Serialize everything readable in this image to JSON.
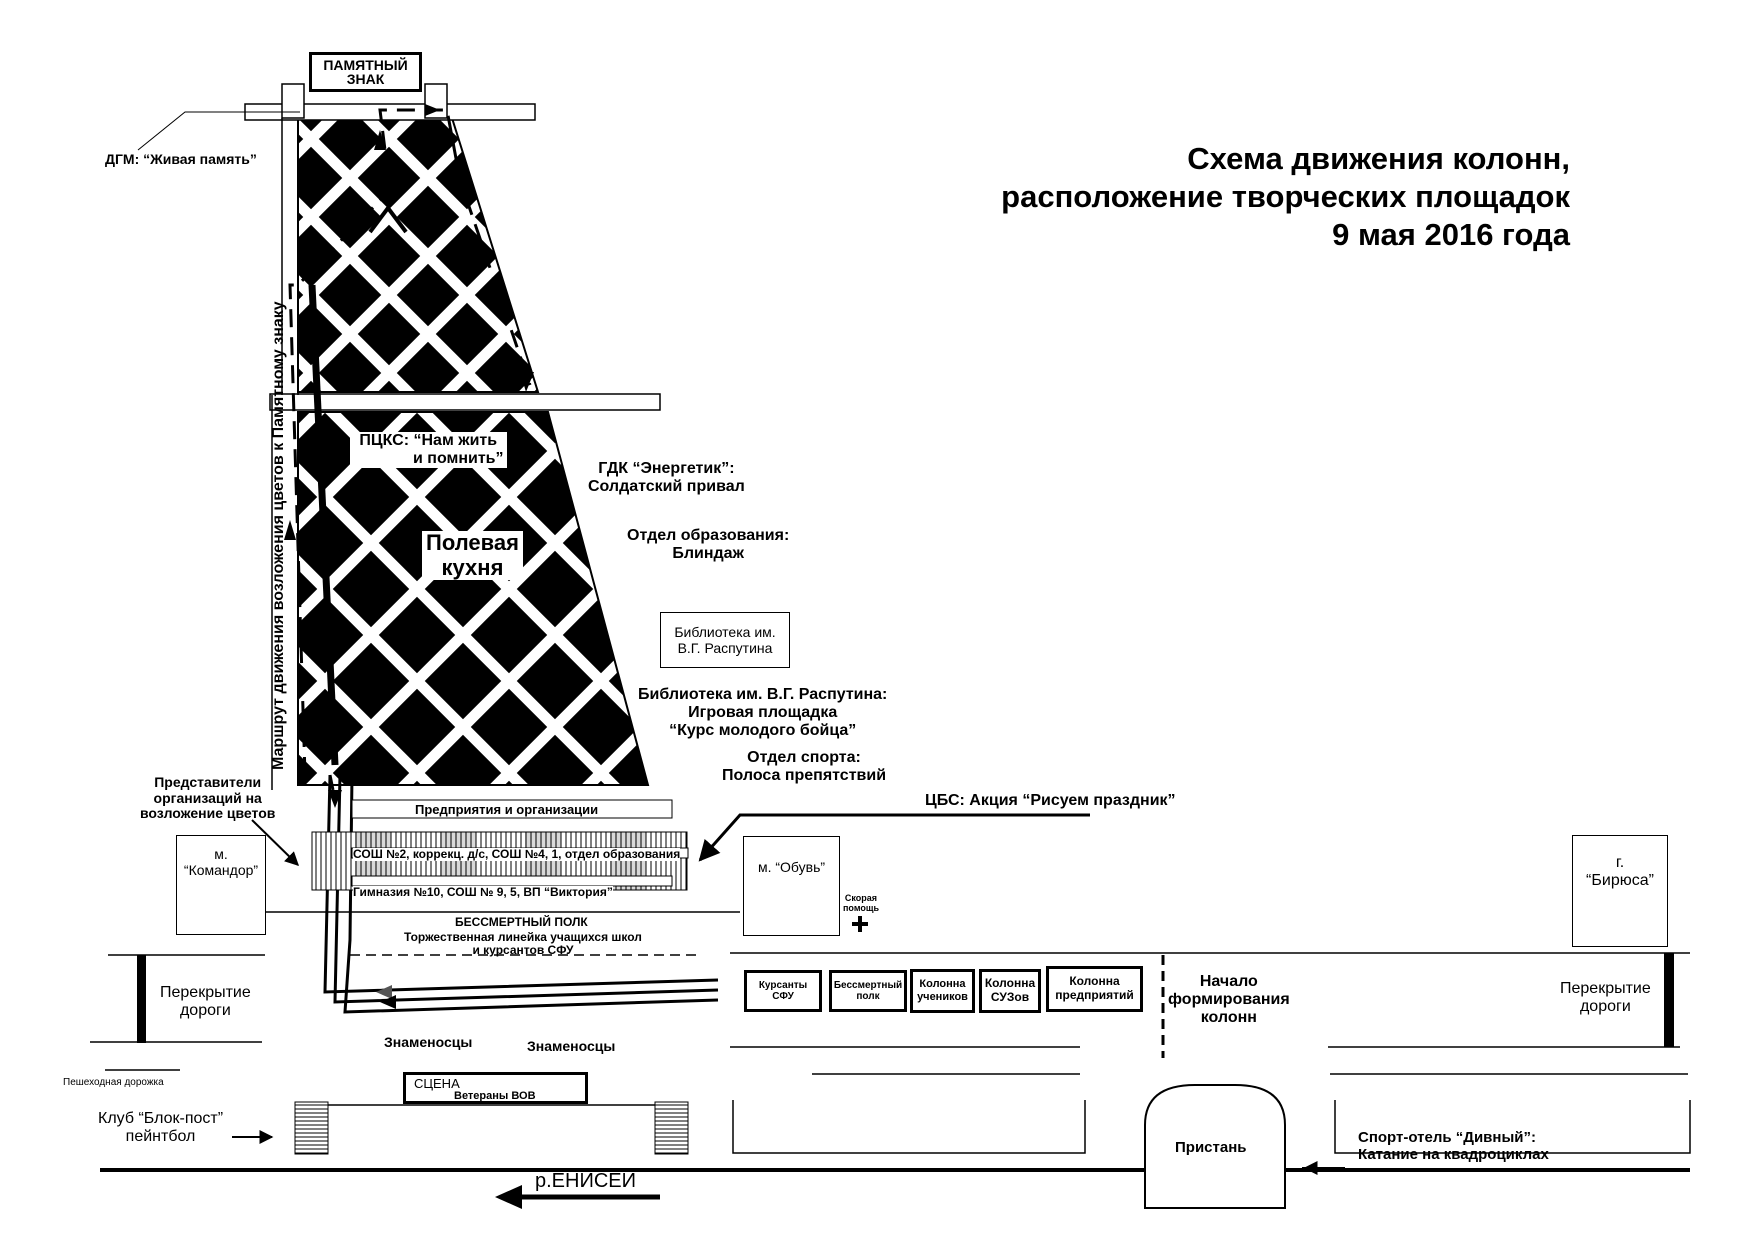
{
  "title": {
    "line1": "Схема движения колонн,",
    "line2": "расположение творческих площадок",
    "line3": "9 мая 2016 года"
  },
  "landmarks": {
    "memorial_sign": "ПАМЯТНЫЙ ЗНАК",
    "dgm": "ДГМ: “Живая память”",
    "route_label": "Маршрут движения возложения цветов к Памятному знаку",
    "pcks_line1": "ПЦКС: “Нам жить",
    "pcks_line2": "и помнить”",
    "field_kitchen_line1": "Полевая",
    "field_kitchen_line2": "кухня",
    "gdk_line1": "ГДК “Энергетик”:",
    "gdk_line2": "Солдатский привал",
    "edu_line1": "Отдел образования:",
    "edu_line2": "Блиндаж",
    "library_box": "Библиотека им. В.Г. Распутина",
    "library_line1": "Библиотека им. В.Г. Распутина:",
    "library_line2": "Игровая площадка",
    "library_line3": "“Курс молодого бойца”",
    "sport_line1": "Отдел спорта:",
    "sport_line2": "Полоса препятствий",
    "cbs": "ЦБС: Акция “Рисуем праздник”",
    "reps_line1": "Представители",
    "reps_line2": "организаций на",
    "reps_line3": "возложение цветов",
    "komandor_line1": "м.",
    "komandor_line2": "“Командор”",
    "obuv": "м. “Обувь”",
    "ambulance_line1": "Скорая",
    "ambulance_line2": "помощь",
    "ambulance_symbol": "+",
    "biryusa_line1": "г.",
    "biryusa_line2": "“Бирюса”"
  },
  "square_rows": {
    "row1": "Предприятия и организации",
    "row2": "СОШ №2, коррекц. д/с, СОШ №4, 1, отдел образования",
    "row3": "Гимназия №10, СОШ № 9, 5, ВП “Виктория”",
    "row4": "БЕССМЕРТНЫЙ ПОЛК",
    "row5_line1": "Торжественная линейка учащихся школ",
    "row5_line2": "и курсантов СФУ"
  },
  "road": {
    "block_left_line1": "Перекрытие",
    "block_left_line2": "дороги",
    "block_right_line1": "Перекрытие",
    "block_right_line2": "дороги",
    "flag_bearers_1": "Знаменосцы",
    "flag_bearers_2": "Знаменосцы",
    "formation_line1": "Начало",
    "formation_line2": "формирования",
    "formation_line3": "колонн",
    "pedestrian_path": "Пешеходная дорожка"
  },
  "columns": [
    {
      "line1": "Курсанты",
      "line2": "СФУ"
    },
    {
      "line1": "Бессмертный",
      "line2": "полк"
    },
    {
      "line1": "Колонна",
      "line2": "учеников"
    },
    {
      "line1": "Колонна",
      "line2": "СУЗов"
    },
    {
      "line1": "Колонна",
      "line2": "предприятий"
    }
  ],
  "riverside": {
    "stage": "СЦЕНА",
    "veterans": "Ветераны ВОВ",
    "club_line1": "Клуб “Блок-пост”",
    "club_line2": "пейнтбол",
    "pier": "Пристань",
    "river": "р.ЕНИСЕЙ",
    "hotel_line1": "Спорт-отель “Дивный”:",
    "hotel_line2": "Катание на квадроциклах"
  }
}
